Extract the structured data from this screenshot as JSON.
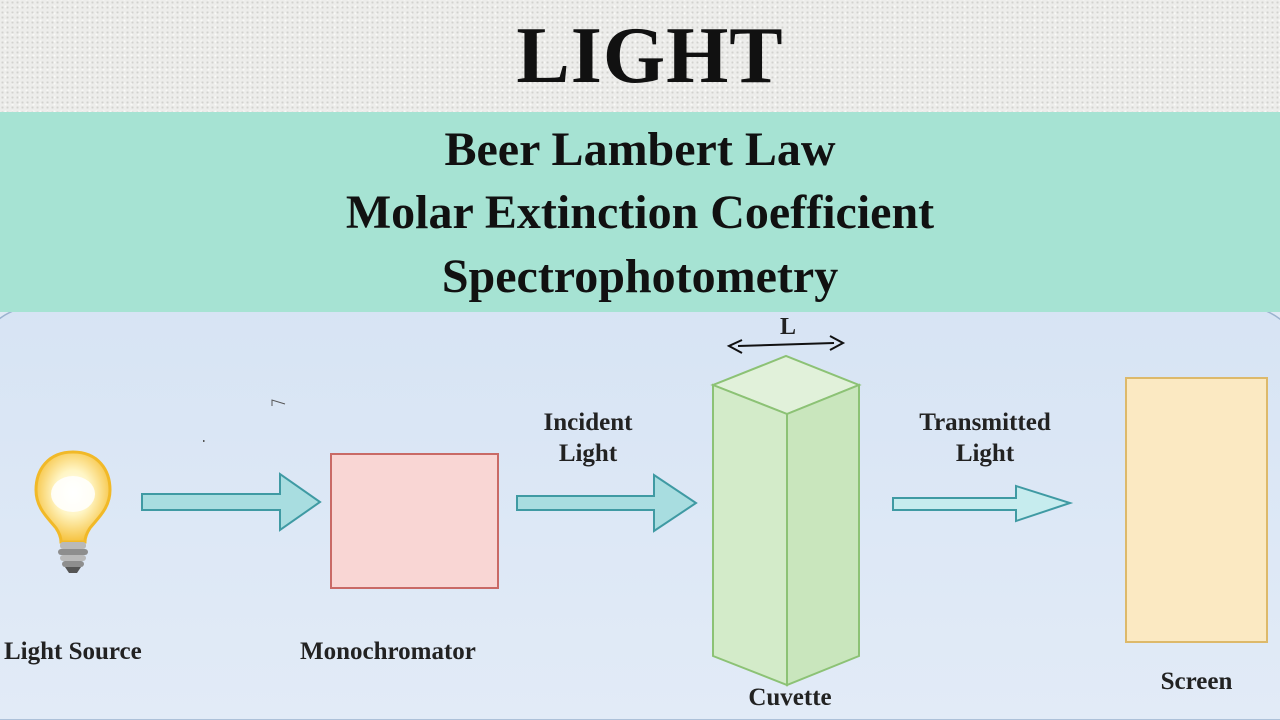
{
  "header": {
    "title": "LIGHT",
    "subtitles": [
      "Beer Lambert Law",
      "Molar Extinction Coefficient",
      "Spectrophotometry"
    ]
  },
  "diagram": {
    "light_source_label": "Light Source",
    "monochromator_label": "Monochromator",
    "incident_label_line1": "Incident",
    "incident_label_line2": "Light",
    "cuvette_label": "Cuvette",
    "path_length_label": "L",
    "transmitted_label_line1": "Transmitted",
    "transmitted_label_line2": "Light",
    "screen_label": "Screen",
    "colors": {
      "subtitle_band": "#a6e3d3",
      "diagram_background": "#dfe9f5",
      "arrow_fill": "#a8dde0",
      "arrow_stroke": "#3f9aa3",
      "monochromator_fill": "#f9d6d4",
      "monochromator_stroke": "#c96a66",
      "cuvette_fill": "#d6eccd",
      "cuvette_stroke": "#8cc275",
      "screen_fill": "#fbe9c2",
      "screen_stroke": "#ddb96a"
    }
  }
}
